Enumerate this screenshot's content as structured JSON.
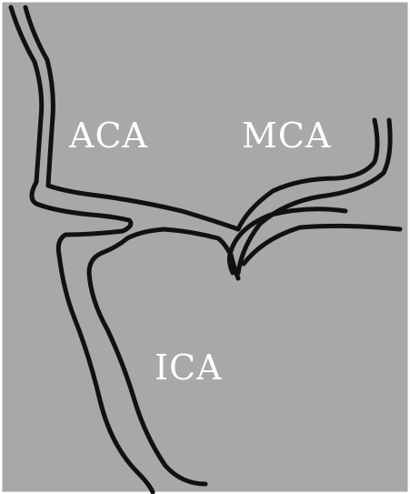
{
  "labels": {
    "aca": "ACA",
    "mca": "MCA",
    "ica": "ICA"
  },
  "colors": {
    "background": "#a8a8a8",
    "vessel_outline": "#111111",
    "label_text": "#ffffff",
    "border": "#ffffff"
  }
}
